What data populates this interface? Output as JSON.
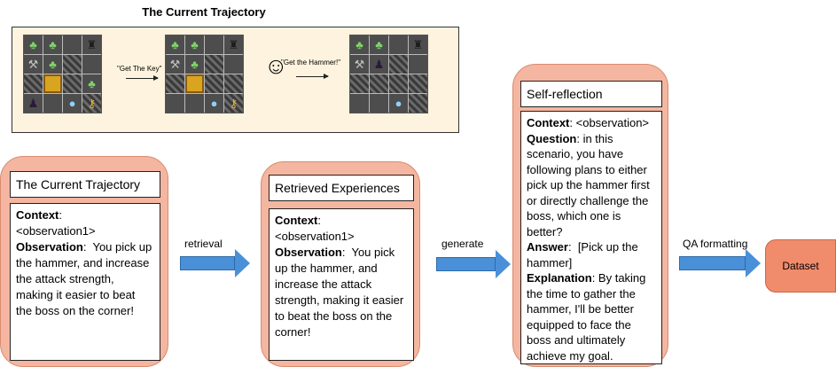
{
  "top_title": "The Current Trajectory",
  "trajectory": {
    "step1_label": "\"Get The Key\"",
    "step2_label": "\"Get the Hammer!\"",
    "icons": [
      "ogre-icon",
      "boss-icon",
      "hammer-icon",
      "door-icon",
      "witch-icon",
      "orb-icon",
      "key-icon",
      "smiley-icon"
    ]
  },
  "card1": {
    "title": "The Current Trajectory",
    "context_label": "Context",
    "context_value": "<observation1>",
    "observation_label": "Observation",
    "observation_value": "You pick up the hammer, and increase the attack strength, making it easier to beat the boss on the corner!"
  },
  "arrow1_label": "retrieval",
  "card2": {
    "title": "Retrieved Experiences",
    "context_label": "Context",
    "context_value": "<observation1>",
    "observation_label": "Observation",
    "observation_value": "You pick up the hammer, and increase the attack strength, making it easier to beat the boss on the corner!"
  },
  "arrow2_label": "generate",
  "card3": {
    "title": "Self-reflection",
    "context_label": "Context",
    "context_value": "<observation>",
    "question_label": "Question",
    "question_value": "in this scenario, you have following plans to either pick up the hammer first or directly challenge the boss, which one is better?",
    "answer_label": "Answer",
    "answer_value": "[Pick up the hammer]",
    "explanation_label": "Explanation",
    "explanation_value": "By taking the time to gather the hammer, I'll be better equipped to face the boss and ultimately achieve my goal."
  },
  "arrow3_label": "QA formatting",
  "dataset_label": "Dataset"
}
